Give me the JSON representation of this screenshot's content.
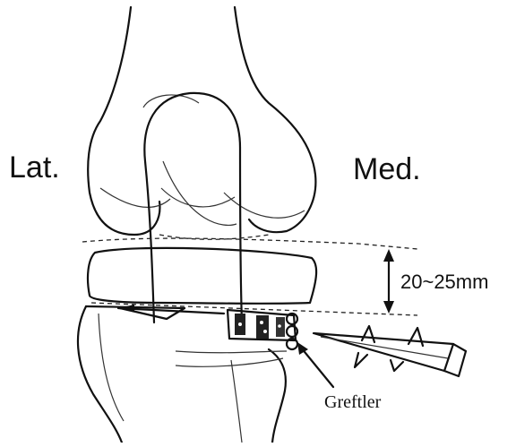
{
  "labels": {
    "lateral": "Lat.",
    "medial": "Med.",
    "resection_depth": "20~25mm",
    "wedge_tool": "Greftler"
  },
  "colors": {
    "ink": "#111111",
    "background": "#ffffff"
  }
}
